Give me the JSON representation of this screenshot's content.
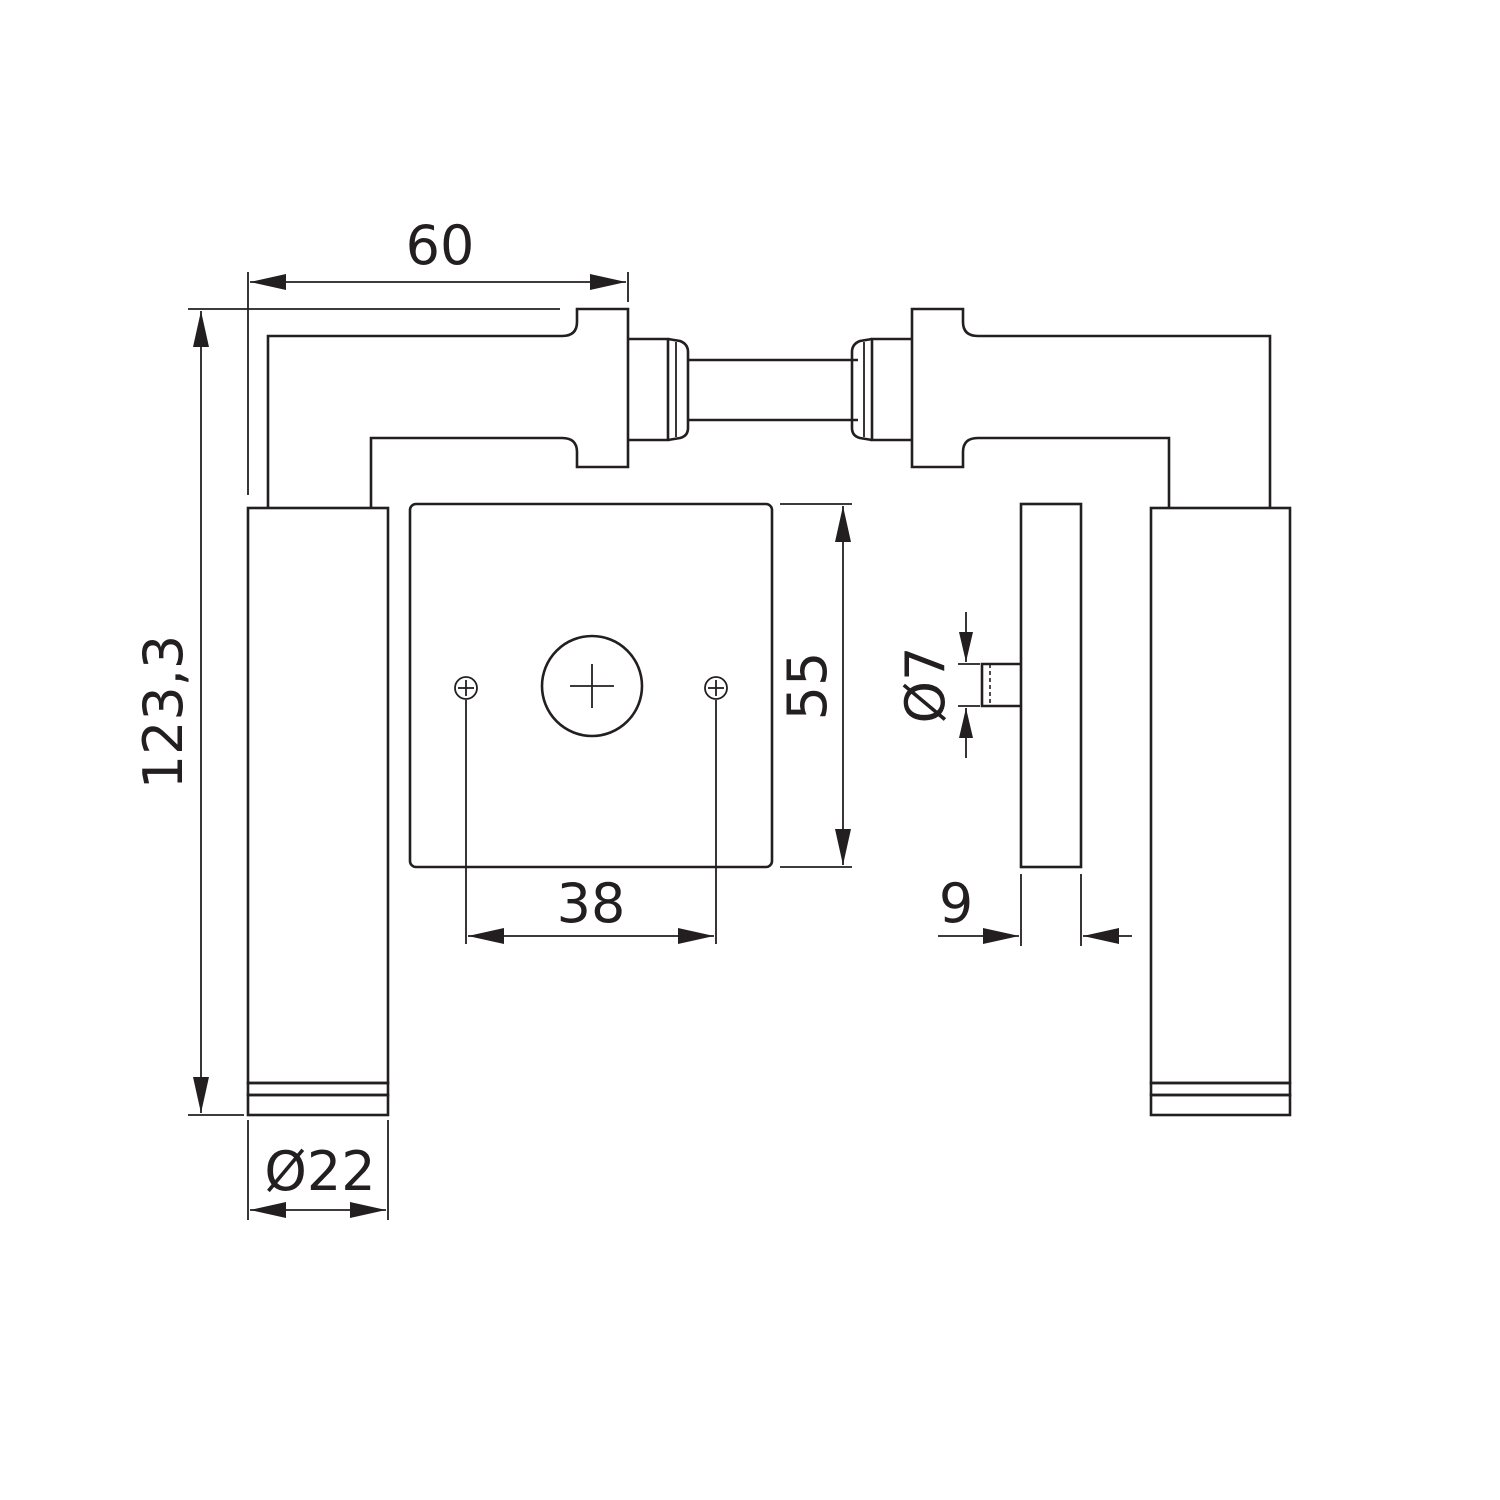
{
  "dimensions": {
    "lever_length": "60",
    "total_height": "123,3",
    "rose_size": "55",
    "screw_spacing": "38",
    "grip_diameter": "Ø22",
    "spindle_diameter": "Ø7",
    "rose_thickness": "9"
  },
  "colors": {
    "line": "#231f20",
    "background": "#ffffff"
  }
}
